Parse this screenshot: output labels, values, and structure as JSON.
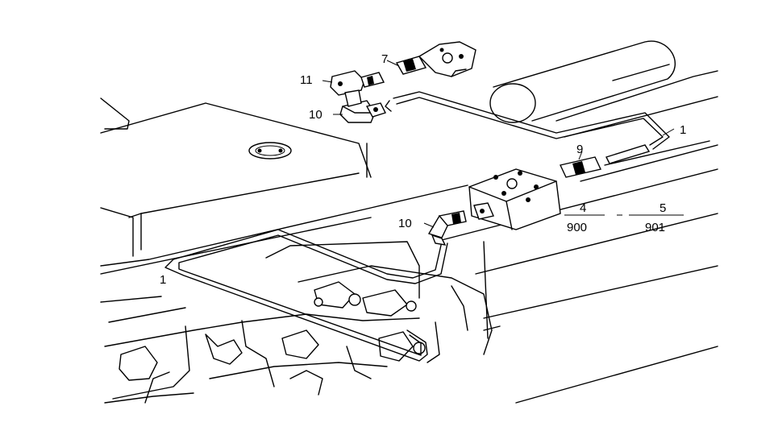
{
  "callouts": [
    {
      "id": "c1",
      "text": "1"
    },
    {
      "id": "c1b",
      "text": "1"
    },
    {
      "id": "c4",
      "text": "4"
    },
    {
      "id": "c900",
      "text": "900"
    },
    {
      "id": "c5",
      "text": "5"
    },
    {
      "id": "c901",
      "text": "901"
    },
    {
      "id": "c7",
      "text": "7"
    },
    {
      "id": "c9",
      "text": "9"
    },
    {
      "id": "c10a",
      "text": "10"
    },
    {
      "id": "c10b",
      "text": "10"
    },
    {
      "id": "c11",
      "text": "11"
    }
  ]
}
